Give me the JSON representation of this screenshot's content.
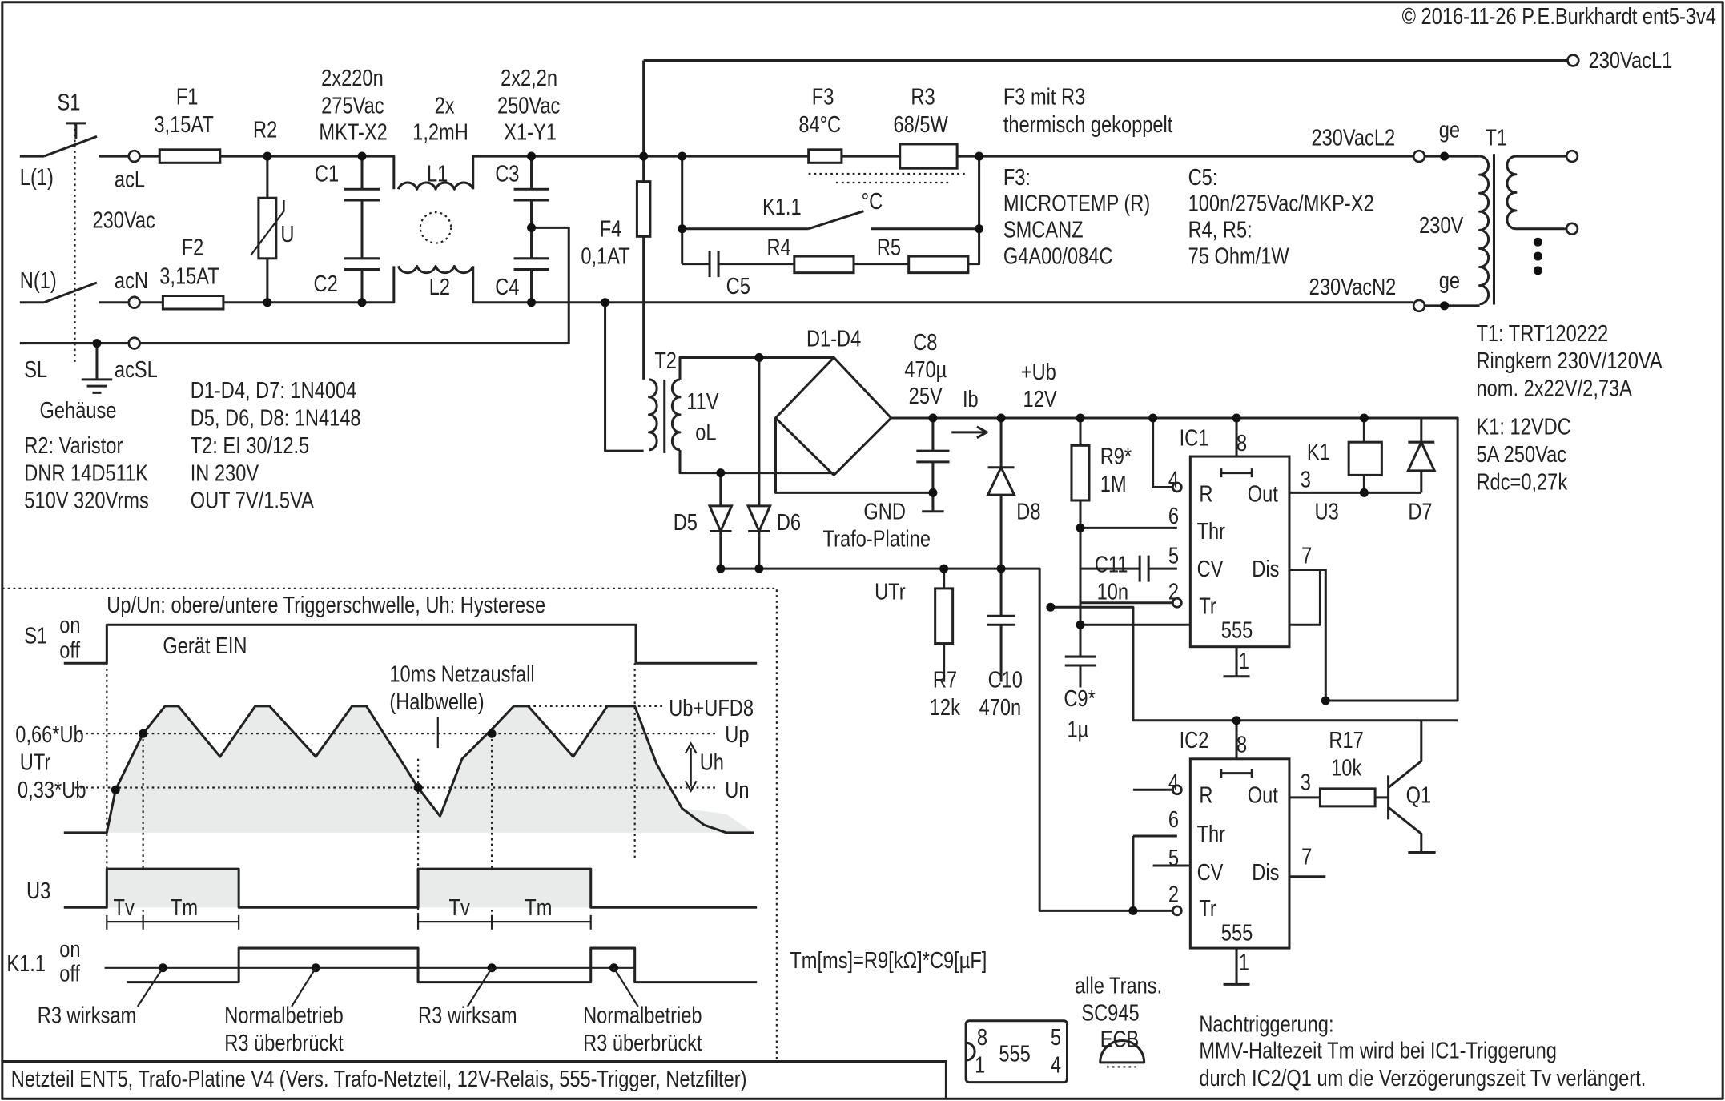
{
  "colors": {
    "line": "#222222",
    "shade": "#e9ebeb",
    "background": "#ffffff"
  },
  "labels": {
    "copyright": "© 2016-11-26 P.E.Burkhardt ent5-3v4",
    "l1_out": "230VacL1",
    "s1": "S1",
    "f1": "F1",
    "f1_val": "3,15AT",
    "r2": "R2",
    "c12_a": "2x220n",
    "c12_b": "275Vac",
    "c12_c": "MKT-X2",
    "l12_a": "2x",
    "l12_b": "1,2mH",
    "c34_a": "2x2,2n",
    "c34_b": "250Vac",
    "c34_c": "X1-Y1",
    "f3": "F3",
    "f3_val": "84°C",
    "r3": "R3",
    "r3_val": "68/5W",
    "f3r3_a": "F3 mit R3",
    "f3r3_b": "thermisch gekoppelt",
    "l2_out": "230VacL2",
    "ge1": "ge",
    "t1": "T1",
    "l_in": "L(1)",
    "acl": "acL",
    "c1": "C1",
    "l1": "L1",
    "c3": "C3",
    "deg_c": "°C",
    "k11": "K1.1",
    "f3_n1": "F3:",
    "f3_n2": "MICROTEMP (R)",
    "f3_n3": "SMCANZ",
    "f3_n4": "G4A00/084C",
    "c5_n1": "C5:",
    "c5_n2": "100n/275Vac/MKP-X2",
    "c5_n3": "R4, R5:",
    "c5_n4": "75 Ohm/1W",
    "t1_v": "230V",
    "vac": "230Vac",
    "u": "U",
    "f2": "F2",
    "f2_val": "3,15AT",
    "f4": "F4",
    "f4_val": "0,1AT",
    "r4": "R4",
    "r5": "R5",
    "n_in": "N(1)",
    "acn": "acN",
    "c2": "C2",
    "l2": "L2",
    "c4": "C4",
    "c5": "C5",
    "n2_out": "230VacN2",
    "ge2": "ge",
    "sl": "SL",
    "acsl": "acSL",
    "t2": "T2",
    "d1d4": "D1-D4",
    "c8": "C8",
    "c8_a": "470µ",
    "c8_b": "25V",
    "ub": "+Ub",
    "ub_v": "12V",
    "ib": "Ib",
    "t1_n1": "T1: TRT120222",
    "t1_n2": "Ringkern 230V/120VA",
    "t1_n3": "nom. 2x22V/2,73A",
    "gehaeuse": "Gehäuse",
    "d_n1": "D1-D4, D7: 1N4004",
    "d_n2": "D5, D6, D8: 1N4148",
    "d_n3": "T2: EI 30/12.5",
    "d_n4": "IN 230V",
    "d_n5": "OUT 7V/1.5VA",
    "r2_n1": "R2: Varistor",
    "r2_n2": "DNR 14D511K",
    "r2_n3": "510V  320Vrms",
    "t2_v": "11V",
    "t2_ol": "oL",
    "k1_n1": "K1: 12VDC",
    "k1_n2": "5A 250Vac",
    "k1_n3": "Rdc=0,27k",
    "ic1": "IC1",
    "ic1_p8": "8",
    "k1": "K1",
    "r9": "R9*",
    "r9_val": "1M",
    "ic1_p4": "4",
    "ic1_r": "R",
    "ic1_out": "Out",
    "ic1_p3": "3",
    "u3": "U3",
    "d7": "D7",
    "d8": "D8",
    "gnd": "GND",
    "trafo_platine": "Trafo-Platine",
    "d5": "D5",
    "d6": "D6",
    "ic1_p6": "6",
    "ic1_thr": "Thr",
    "ic1_p7": "7",
    "ic1_p5": "5",
    "ic1_cv": "CV",
    "ic1_dis": "Dis",
    "c11": "C11",
    "c11_val": "10n",
    "ic1_p2": "2",
    "ic1_tr": "Tr",
    "utr": "UTr",
    "ic1_555": "555",
    "ic1_p1": "1",
    "r7": "R7",
    "r7_val": "12k",
    "c10": "C10",
    "c10_val": "470n",
    "c9": "C9*",
    "c9_val": "1µ",
    "ic2": "IC2",
    "ic2_p8": "8",
    "r17": "R17",
    "r17_val": "10k",
    "ic2_p4": "4",
    "ic2_r": "R",
    "ic2_out": "Out",
    "ic2_p3": "3",
    "q1": "Q1",
    "ic2_p6": "6",
    "ic2_thr": "Thr",
    "ic2_p5": "5",
    "ic2_cv": "CV",
    "ic2_dis": "Dis",
    "ic2_p7": "7",
    "ic2_p2": "2",
    "ic2_tr": "Tr",
    "ic2_555": "555",
    "ic2_p1": "1",
    "td_header": "Up/Un: obere/untere Triggerschwelle, Uh: Hysterese",
    "td_s1": "S1",
    "td_on1": "on",
    "td_off1": "off",
    "td_geraet": "Gerät EIN",
    "td_netz1": "10ms Netzausfall",
    "td_netz2": "(Halbwelle)",
    "td_ubufd": "Ub+UFD8",
    "td_066": "0,66*Ub",
    "td_up": "Up",
    "td_utr": "UTr",
    "td_uh": "Uh",
    "td_033": "0,33*Ub",
    "td_un": "Un",
    "td_u3": "U3",
    "td_tv1": "Tv",
    "td_tm1": "Tm",
    "td_tv2": "Tv",
    "td_tm2": "Tm",
    "td_k11": "K1.1",
    "td_on2": "on",
    "td_off2": "off",
    "td_r3w1": "R3 wirksam",
    "td_nb1": "Normalbetrieb",
    "td_r3u1": "R3 überbrückt",
    "td_r3w2": "R3 wirksam",
    "td_nb2": "Normalbetrieb",
    "td_r3u2": "R3 überbrückt",
    "formula": "Tm[ms]=R9[kΩ]*C9[µF]",
    "trans1": "alle Trans.",
    "trans2": "SC945",
    "trans3": "ECB",
    "pkg_555": "555",
    "pkg_8": "8",
    "pkg_5": "5",
    "pkg_1": "1",
    "pkg_4": "4",
    "note1": "Nachtriggerung:",
    "note2": "MMV-Haltezeit Tm wird bei IC1-Triggerung",
    "note3": "durch IC2/Q1 um die Verzögerungszeit Tv verlängert.",
    "footer": "Netzteil ENT5, Trafo-Platine V4 (Vers. Trafo-Netzteil, 12V-Relais, 555-Trigger, Netzfilter)"
  }
}
